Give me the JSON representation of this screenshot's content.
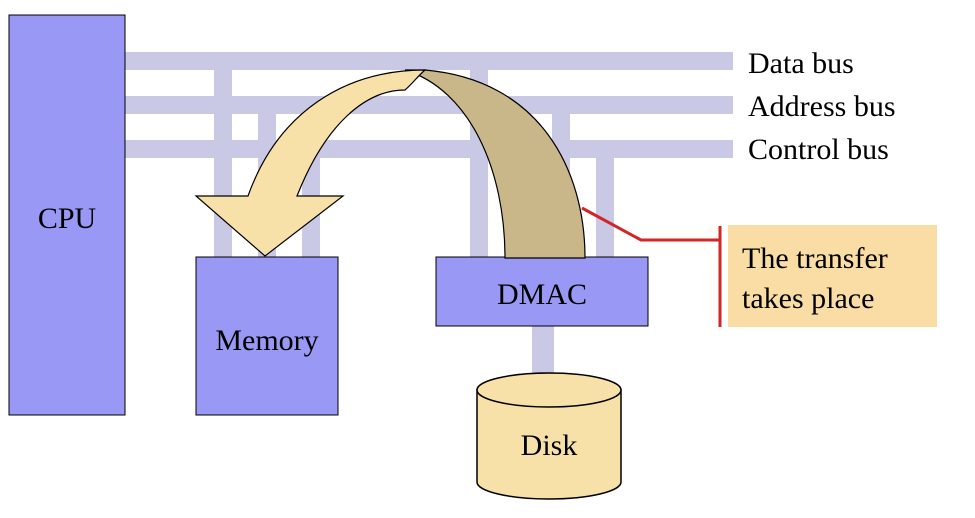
{
  "colors": {
    "bus": "#c9c9e6",
    "block": "#9999f5",
    "block_stroke": "#000000",
    "disk": "#f7e1a8",
    "callout_bg": "#f9dda4",
    "callout_line": "#d22626",
    "arrow_front": "#f7e1a8",
    "arrow_back": "#c9b689"
  },
  "buses": {
    "data": "Data bus",
    "address": "Address bus",
    "control": "Control bus"
  },
  "blocks": {
    "cpu": "CPU",
    "memory": "Memory",
    "dmac": "DMAC",
    "disk": "Disk"
  },
  "callout": {
    "line1": "The transfer",
    "line2": "takes place"
  }
}
